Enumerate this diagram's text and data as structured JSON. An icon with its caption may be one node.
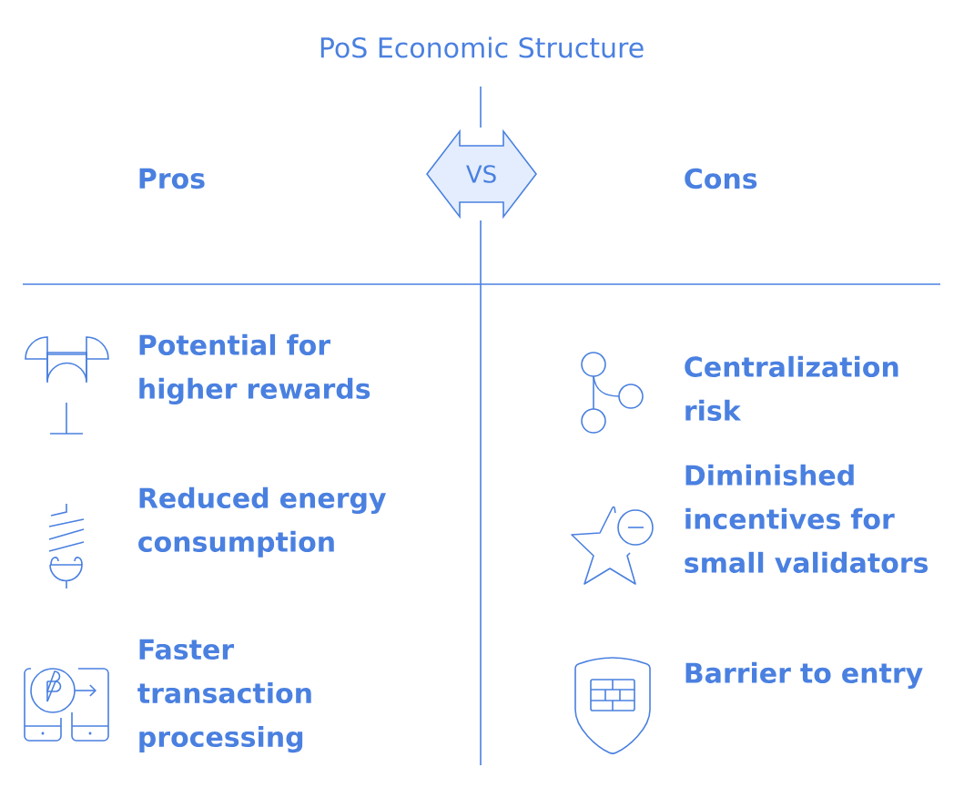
{
  "diagram": {
    "title": "PoS Economic Structure",
    "nodes": [
      {
        "text": [
          "VS"
        ]
      }
    ],
    "labels": [
      "Pros",
      "Cons",
      "Potential for higher rewards",
      "Centralization risk",
      "Reduced energy consumption",
      "Diminished incentives for small validators",
      "Faster transaction processing",
      "Barrier to entry"
    ]
  }
}
